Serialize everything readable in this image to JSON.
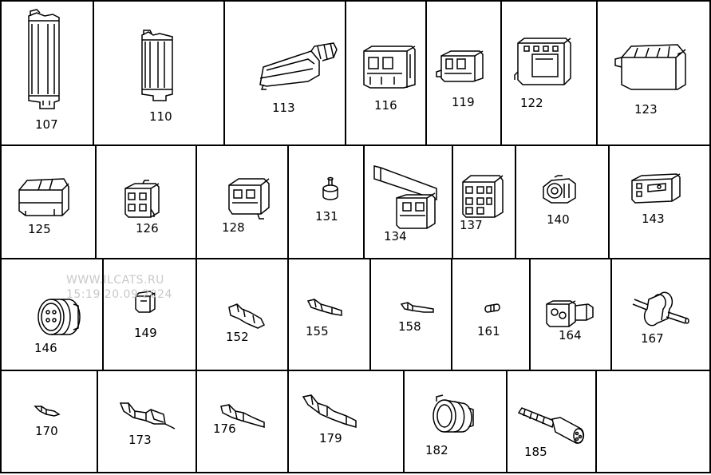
{
  "watermark": {
    "line1": "WWW.ILCATS.RU",
    "line2": "15:19 20.09.2024"
  },
  "parts": [
    {
      "id": "107",
      "label": "107",
      "icon": "tall-connector-housing-icon"
    },
    {
      "id": "110",
      "label": "110",
      "icon": "tall-connector-housing-icon"
    },
    {
      "id": "113",
      "label": "113",
      "icon": "angled-connector-hood-icon"
    },
    {
      "id": "116",
      "label": "116",
      "icon": "connector-block-icon"
    },
    {
      "id": "119",
      "label": "119",
      "icon": "connector-block-icon"
    },
    {
      "id": "122",
      "label": "122",
      "icon": "connector-block-icon"
    },
    {
      "id": "123",
      "label": "123",
      "icon": "connector-block-icon"
    },
    {
      "id": "125",
      "label": "125",
      "icon": "connector-block-icon"
    },
    {
      "id": "126",
      "label": "126",
      "icon": "connector-block-icon"
    },
    {
      "id": "128",
      "label": "128",
      "icon": "connector-block-icon"
    },
    {
      "id": "131",
      "label": "131",
      "icon": "round-plug-icon"
    },
    {
      "id": "134",
      "label": "134",
      "icon": "bracket-connector-icon"
    },
    {
      "id": "137",
      "label": "137",
      "icon": "multi-pin-block-icon"
    },
    {
      "id": "140",
      "label": "140",
      "icon": "round-plug-icon"
    },
    {
      "id": "143",
      "label": "143",
      "icon": "connector-block-icon"
    },
    {
      "id": "146",
      "label": "146",
      "icon": "circular-connector-icon"
    },
    {
      "id": "149",
      "label": "149",
      "icon": "small-plug-icon"
    },
    {
      "id": "152",
      "label": "152",
      "icon": "crimp-terminal-icon"
    },
    {
      "id": "155",
      "label": "155",
      "icon": "crimp-terminal-icon"
    },
    {
      "id": "158",
      "label": "158",
      "icon": "crimp-terminal-icon"
    },
    {
      "id": "161",
      "label": "161",
      "icon": "pin-sleeve-icon"
    },
    {
      "id": "164",
      "label": "164",
      "icon": "connector-block-icon"
    },
    {
      "id": "167",
      "label": "167",
      "icon": "double-pin-sleeve-icon"
    },
    {
      "id": "170",
      "label": "170",
      "icon": "crimp-terminal-icon"
    },
    {
      "id": "173",
      "label": "173",
      "icon": "crimp-terminal-icon"
    },
    {
      "id": "176",
      "label": "176",
      "icon": "crimp-terminal-icon"
    },
    {
      "id": "179",
      "label": "179",
      "icon": "crimp-terminal-icon"
    },
    {
      "id": "182",
      "label": "182",
      "icon": "circular-connector-icon"
    },
    {
      "id": "185",
      "label": "185",
      "icon": "round-plug-icon"
    },
    {
      "id": "blank",
      "label": "",
      "icon": ""
    }
  ]
}
